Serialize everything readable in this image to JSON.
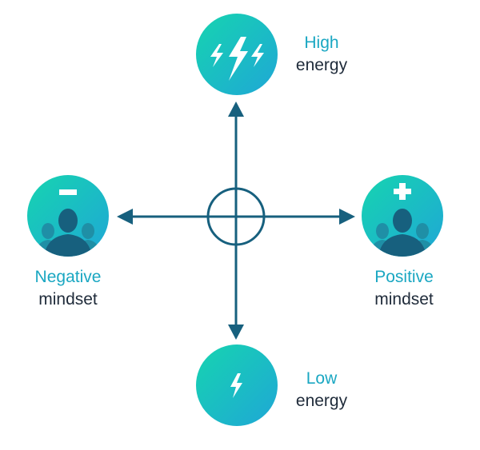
{
  "diagram": {
    "colors": {
      "accent_text": "#1aa7c2",
      "dark_text": "#1f2b3a",
      "axis": "#17607e",
      "circle_gradient_start": "#16d4b0",
      "circle_gradient_end": "#1fa7d6",
      "silhouette_front": "#17607e",
      "silhouette_back": "#1f8fa6"
    },
    "nodes": {
      "high_energy": {
        "line1": "High",
        "line2": "energy",
        "icon": "triple-lightning-bolt-icon"
      },
      "low_energy": {
        "line1": "Low",
        "line2": "energy",
        "icon": "single-lightning-bolt-icon"
      },
      "negative_mindset": {
        "line1": "Negative",
        "line2": "mindset",
        "icon": "minus-person-group-icon"
      },
      "positive_mindset": {
        "line1": "Positive",
        "line2": "mindset",
        "icon": "plus-person-group-icon"
      }
    }
  }
}
